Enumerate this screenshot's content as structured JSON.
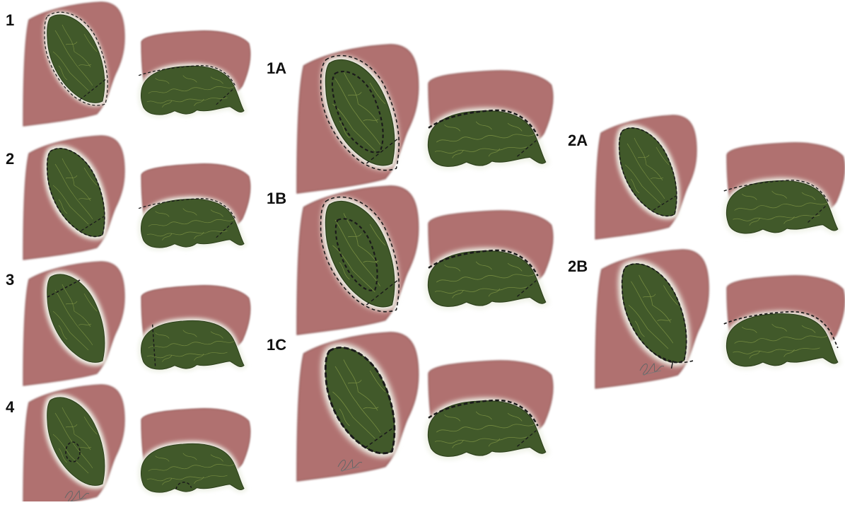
{
  "colors": {
    "tissue": "#b0716f",
    "tissue_edge": "#8f5553",
    "lesion": "#41592a",
    "lesion_dark": "#2c3f1b",
    "vessel": "#8aa04a",
    "halo": "#eef1e6",
    "outline": "#1a1a1a"
  },
  "panels": [
    {
      "label": "1",
      "marking": "ellipse-outline"
    },
    {
      "label": "2",
      "marking": "tight-outline"
    },
    {
      "label": "3",
      "marking": "transverse-line"
    },
    {
      "label": "4",
      "marking": "focal-ring"
    },
    {
      "label": "1A",
      "marking": "double-outline"
    },
    {
      "label": "1B",
      "marking": "double-outline-wide"
    },
    {
      "label": "1C",
      "marking": "bold-outline"
    },
    {
      "label": "2A",
      "marking": "tight-outline"
    },
    {
      "label": "2B",
      "marking": "outline-with-extension"
    }
  ],
  "signature_icon": "artist-signature"
}
